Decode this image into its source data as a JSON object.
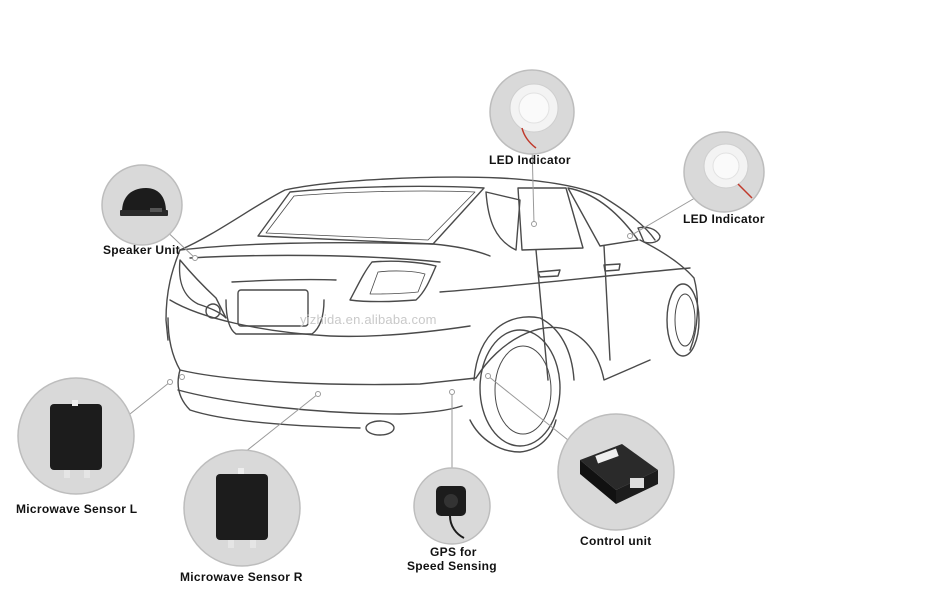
{
  "watermark": "yizhida.en.alibaba.com",
  "components": {
    "led_indicator_1": "LED Indicator",
    "led_indicator_2": "LED Indicator",
    "speaker_unit": "Speaker Unit",
    "microwave_sensor_l": "Microwave Sensor L",
    "microwave_sensor_r": "Microwave Sensor R",
    "gps_line1": "GPS for",
    "gps_line2": "Speed Sensing",
    "control_unit": "Control unit"
  },
  "colors": {
    "circle_fill": "#d9d9d9",
    "circle_stroke": "#bdbdbd",
    "car_outline": "#4a4a4a",
    "leader_line": "#9a9a9a",
    "device_black": "#1c1c1c"
  }
}
